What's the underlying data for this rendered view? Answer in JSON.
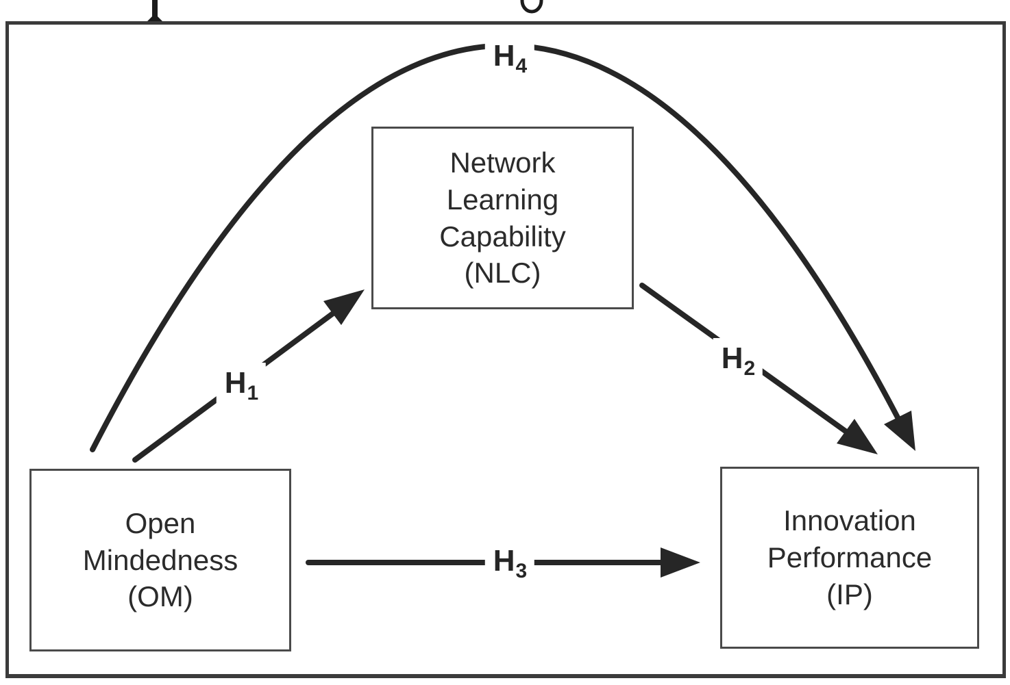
{
  "figure": {
    "description": "Conceptual research model with mediation paths",
    "cropped_caption_fragments": [
      "letter-descender-stem",
      "letter-descender-loop"
    ]
  },
  "nodes": {
    "om": {
      "lines": [
        "Open",
        "Mindedness",
        "(OM)"
      ],
      "code": "OM"
    },
    "nlc": {
      "lines": [
        "Network",
        "Learning",
        "Capability",
        "(NLC)"
      ],
      "code": "NLC"
    },
    "ip": {
      "lines": [
        "Innovation",
        "Performance",
        "(IP)"
      ],
      "code": "IP"
    }
  },
  "hypotheses": {
    "h1": {
      "symbol": "H",
      "subscript": "1"
    },
    "h2": {
      "symbol": "H",
      "subscript": "2"
    },
    "h3": {
      "symbol": "H",
      "subscript": "3"
    },
    "h4": {
      "symbol": "H",
      "subscript": "4"
    }
  },
  "edges": [
    {
      "from": "OM",
      "to": "NLC",
      "label": "H1",
      "style": "straight-arrow"
    },
    {
      "from": "NLC",
      "to": "IP",
      "label": "H2",
      "style": "straight-arrow"
    },
    {
      "from": "OM",
      "to": "IP",
      "label": "H3",
      "style": "straight-arrow"
    },
    {
      "from": "OM",
      "to": "IP",
      "label": "H4",
      "style": "curved-arc-arrow"
    }
  ],
  "colors": {
    "background": "#ffffff",
    "arrow_line": "#262626",
    "box_border": "#4a4a4a",
    "frame_border": "#3b3b3b",
    "text": "#2b2b2b"
  }
}
